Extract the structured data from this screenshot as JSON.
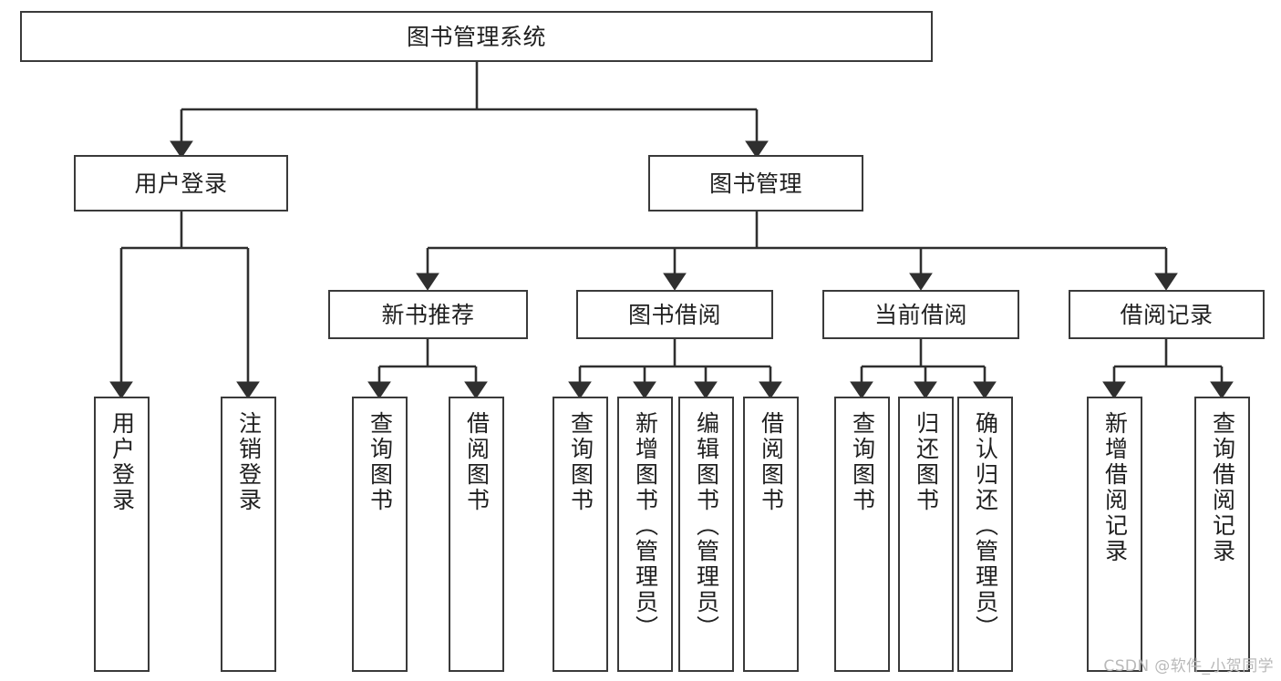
{
  "diagram": {
    "title": "图书管理系统",
    "type": "tree-hierarchy-chart",
    "watermark": "CSDN @软件_小贺同学",
    "style": {
      "box_border_color": "#3a3a3a",
      "box_fill_color": "#ffffff",
      "edge_color": "#2f2f2f",
      "text_color": "#1f1f1f",
      "watermark_color": "#b9b9b9",
      "background": "#ffffff"
    },
    "root": {
      "label": "图书管理系统"
    },
    "level2": [
      {
        "label": "用户登录"
      },
      {
        "label": "图书管理"
      }
    ],
    "level3": [
      {
        "label": "新书推荐"
      },
      {
        "label": "图书借阅"
      },
      {
        "label": "当前借阅"
      },
      {
        "label": "借阅记录"
      }
    ],
    "leaves": {
      "user_login": [
        {
          "label": "用户登录"
        },
        {
          "label": "注销登录"
        }
      ],
      "new_book_recommend": [
        {
          "label": "查询图书"
        },
        {
          "label": "借阅图书"
        }
      ],
      "book_borrow": [
        {
          "label": "查询图书"
        },
        {
          "label": "新增图书（管理员）"
        },
        {
          "label": "编辑图书（管理员）"
        },
        {
          "label": "借阅图书"
        }
      ],
      "current_borrow": [
        {
          "label": "查询图书"
        },
        {
          "label": "归还图书"
        },
        {
          "label": "确认归还（管理员）"
        }
      ],
      "borrow_record": [
        {
          "label": "新增借阅记录"
        },
        {
          "label": "查询借阅记录"
        }
      ]
    }
  }
}
